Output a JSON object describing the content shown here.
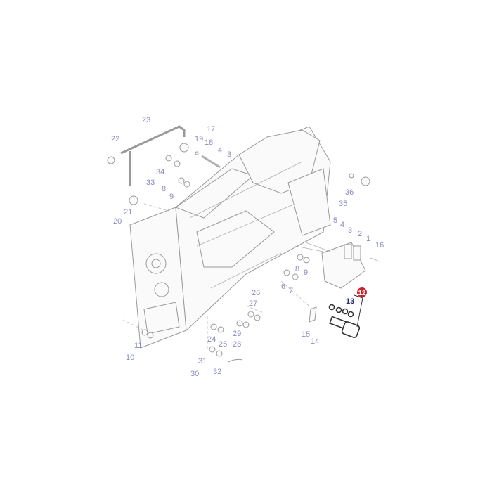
{
  "callouts": {
    "c1": "1",
    "c2": "2",
    "c3a": "3",
    "c3b": "3",
    "c4a": "4",
    "c4b": "4",
    "c5": "5",
    "c6": "6",
    "c7": "7",
    "c8a": "8",
    "c8b": "8",
    "c9a": "9",
    "c9b": "9",
    "c10": "10",
    "c11": "11",
    "c12": "12",
    "c13": "13",
    "c14": "14",
    "c15": "15",
    "c16": "16",
    "c17": "17",
    "c18": "18",
    "c19": "19",
    "c20": "20",
    "c21": "21",
    "c22": "22",
    "c23": "23",
    "c24": "24",
    "c25": "25",
    "c26": "26",
    "c27": "27",
    "c28": "28",
    "c29": "29",
    "c30": "30",
    "c31": "31",
    "c32": "32",
    "c33": "33",
    "c34": "34",
    "c35": "35",
    "c36": "36"
  },
  "colors": {
    "callout": "#8c8cc4",
    "highlight": "#d0202a",
    "highlight_text": "#2a2a70"
  }
}
